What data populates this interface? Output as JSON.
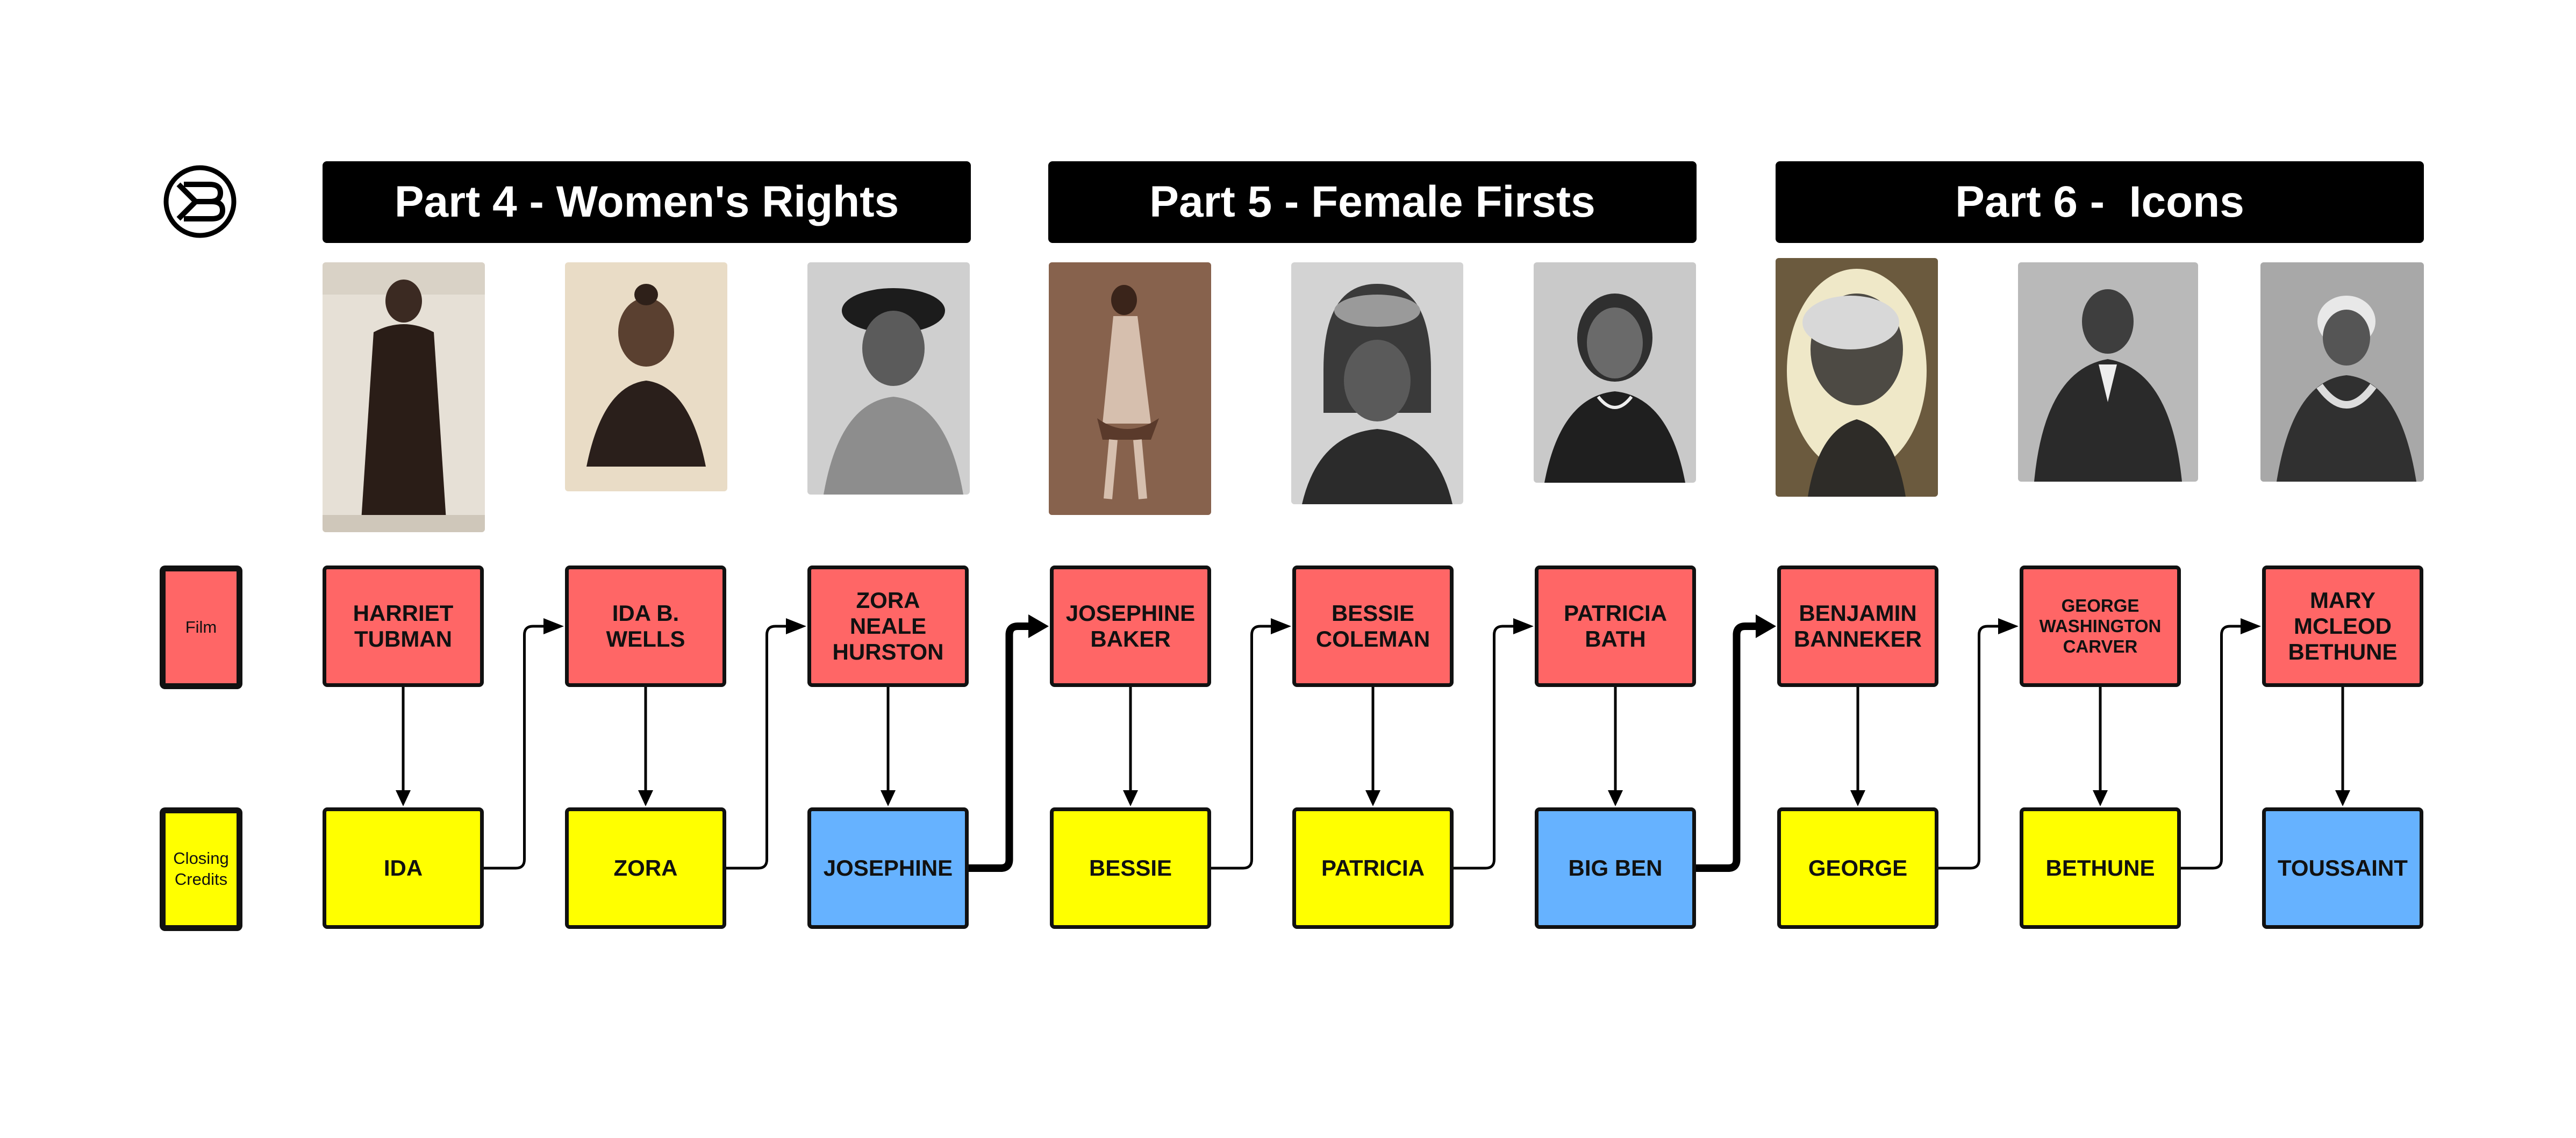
{
  "logo": {
    "icon": "bm-monogram-icon"
  },
  "parts": [
    {
      "title": "Part 4 - Women's Rights"
    },
    {
      "title": "Part 5 - Female Firsts"
    },
    {
      "title": "Part 6 -  Icons"
    }
  ],
  "legend": {
    "film": "Film",
    "credits": "Closing\nCredits"
  },
  "films": [
    {
      "label": "HARRIET\nTUBMAN"
    },
    {
      "label": "IDA B. WELLS"
    },
    {
      "label": "ZORA NEALE\nHURSTON"
    },
    {
      "label": "JOSEPHINE\nBAKER"
    },
    {
      "label": "BESSIE\nCOLEMAN"
    },
    {
      "label": "PATRICIA\nBATH"
    },
    {
      "label": "BENJAMIN\nBANNEKER"
    },
    {
      "label": "GEORGE\nWASHINGTON\nCARVER"
    },
    {
      "label": "MARY\nMCLEOD\nBETHUNE"
    }
  ],
  "credits": [
    {
      "label": "IDA",
      "color": "#ffff00"
    },
    {
      "label": "ZORA",
      "color": "#ffff00"
    },
    {
      "label": "JOSEPHINE",
      "color": "#66b2ff"
    },
    {
      "label": "BESSIE",
      "color": "#ffff00"
    },
    {
      "label": "PATRICIA",
      "color": "#ffff00"
    },
    {
      "label": "BIG BEN",
      "color": "#66b2ff"
    },
    {
      "label": "GEORGE",
      "color": "#ffff00"
    },
    {
      "label": "BETHUNE",
      "color": "#ffff00"
    },
    {
      "label": "TOUSSAINT",
      "color": "#66b2ff"
    }
  ],
  "colors": {
    "film": "#ff6666",
    "credit": "#ffff00",
    "bridge": "#66b2ff",
    "header": "#000000"
  }
}
